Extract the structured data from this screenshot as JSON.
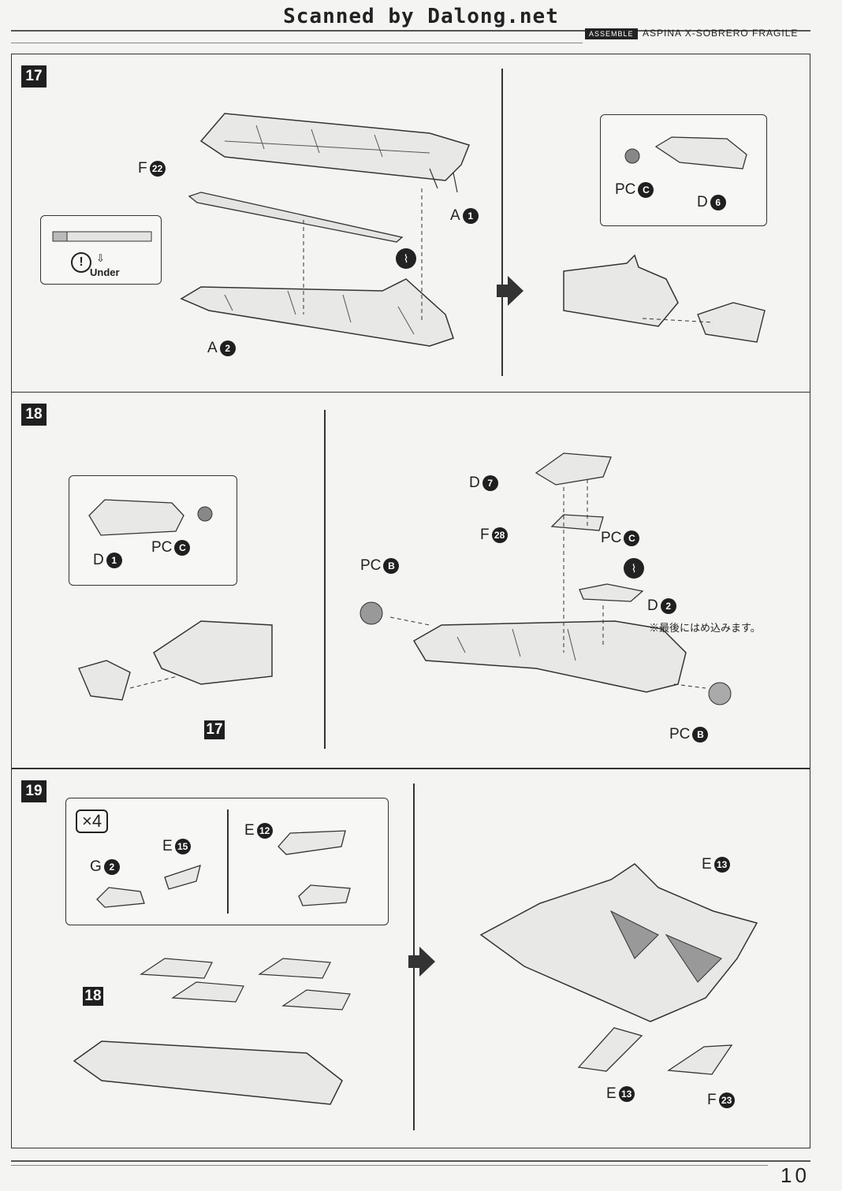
{
  "header": {
    "watermark": "Scanned by Dalong.net",
    "badge": "ASSEMBLE",
    "product": "ASPINA X-SOBRERO FRAGILE"
  },
  "steps": [
    {
      "number": "17",
      "labels": {
        "f22": {
          "letter": "F",
          "num": "22"
        },
        "a1": {
          "letter": "A",
          "num": "1"
        },
        "a2": {
          "letter": "A",
          "num": "2"
        },
        "pcc": {
          "letter": "PC",
          "num": "C"
        },
        "d6": {
          "letter": "D",
          "num": "6"
        }
      },
      "inset_text": "Under"
    },
    {
      "number": "18",
      "labels": {
        "d1": {
          "letter": "D",
          "num": "1"
        },
        "pcc_left": {
          "letter": "PC",
          "num": "C"
        },
        "pcb_left": {
          "letter": "PC",
          "num": "B"
        },
        "d7": {
          "letter": "D",
          "num": "7"
        },
        "f28": {
          "letter": "F",
          "num": "28"
        },
        "pcc_right": {
          "letter": "PC",
          "num": "C"
        },
        "d2": {
          "letter": "D",
          "num": "2"
        },
        "pcb_right": {
          "letter": "PC",
          "num": "B"
        }
      },
      "ref": "17",
      "note": "※最後にはめ込みます。"
    },
    {
      "number": "19",
      "multiplier": "×4",
      "labels": {
        "g2": {
          "letter": "G",
          "num": "2"
        },
        "e15": {
          "letter": "E",
          "num": "15"
        },
        "e12": {
          "letter": "E",
          "num": "12"
        },
        "e13_top": {
          "letter": "E",
          "num": "13"
        },
        "e13_bottom": {
          "letter": "E",
          "num": "13"
        },
        "f23": {
          "letter": "F",
          "num": "23"
        }
      },
      "ref": "18"
    }
  ],
  "footer": {
    "page": "10"
  }
}
